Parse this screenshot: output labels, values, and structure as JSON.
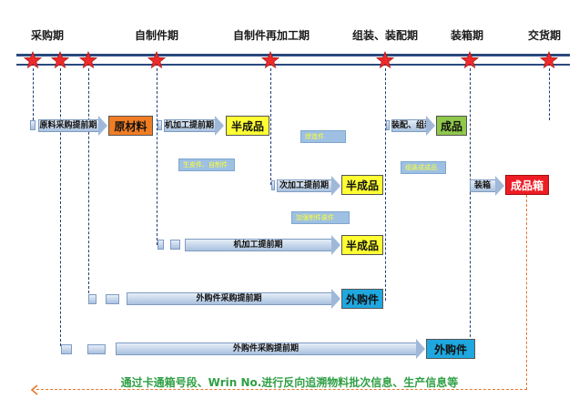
{
  "phases": [
    "采购期",
    "自制件期",
    "自制件再加工期",
    "组装、装配期",
    "装箱期",
    "交货期"
  ],
  "arrows": [
    "原料采购提前期",
    "机加工提前期",
    "次加工提前期",
    "装配、组装",
    "装箱",
    "机加工提前期",
    "外购件采购提前期",
    "外购件采购提前期"
  ],
  "boxes": [
    "原材料",
    "半成品",
    "成品",
    "半成品",
    "成品箱",
    "半成品",
    "外购件",
    "外购件"
  ],
  "notes": [
    "生皮件、自制件",
    "焊连件",
    "组装成成品",
    "加强制件装件"
  ],
  "trace_text": "通过卡通箱号段、Wrin No.进行反向追溯物料批次信息、生产信息等",
  "colors": {
    "timeline": "#2b4a7e",
    "star": "#ee2a2a",
    "raw_material": "#f07d24",
    "semi_finished": "#ffff33",
    "finished": "#8fc84a",
    "finished_box": "#ee1c24",
    "purchased": "#1fa8e0",
    "trace": "#e8762e",
    "trace_text": "#2fa045"
  },
  "icons": [
    "star-icon",
    "arrow-left-icon"
  ]
}
